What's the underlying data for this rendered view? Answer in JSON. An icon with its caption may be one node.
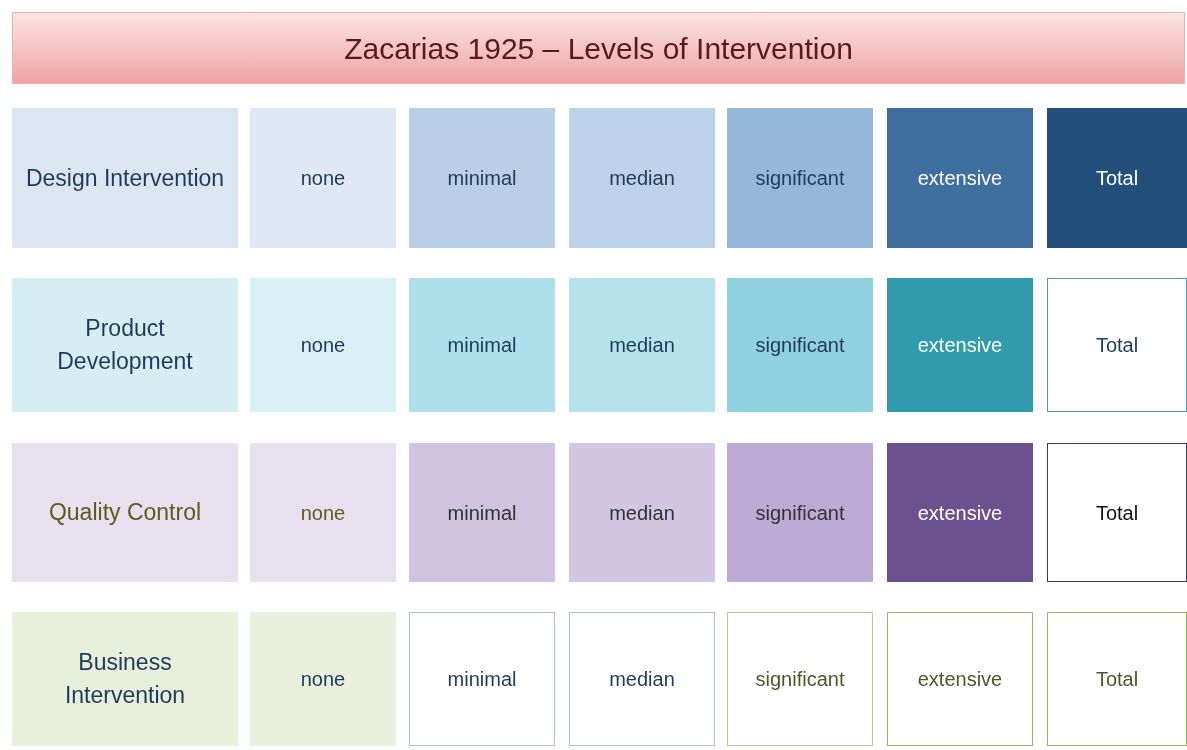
{
  "diagram": {
    "title": "Zacarias 1925 – Levels of Intervention",
    "nodes": [
      {
        "text": [
          "Design Intervention"
        ]
      },
      {
        "text": [
          "none"
        ]
      },
      {
        "text": [
          "minimal"
        ]
      },
      {
        "text": [
          "median"
        ]
      },
      {
        "text": [
          "significant"
        ]
      },
      {
        "text": [
          "extensive"
        ]
      },
      {
        "text": [
          "Total"
        ]
      },
      {
        "text": [
          "Product Development"
        ]
      },
      {
        "text": [
          "none"
        ]
      },
      {
        "text": [
          "minimal"
        ]
      },
      {
        "text": [
          "median"
        ]
      },
      {
        "text": [
          "significant"
        ]
      },
      {
        "text": [
          "extensive"
        ]
      },
      {
        "text": [
          "Total"
        ]
      },
      {
        "text": [
          "Quality Control"
        ]
      },
      {
        "text": [
          "none"
        ]
      },
      {
        "text": [
          "minimal"
        ]
      },
      {
        "text": [
          "median"
        ]
      },
      {
        "text": [
          "significant"
        ]
      },
      {
        "text": [
          "extensive"
        ]
      },
      {
        "text": [
          "Total"
        ]
      },
      {
        "text": [
          "Business Intervention"
        ]
      },
      {
        "text": [
          "none"
        ]
      },
      {
        "text": [
          "minimal"
        ]
      },
      {
        "text": [
          "median"
        ]
      },
      {
        "text": [
          "significant"
        ]
      },
      {
        "text": [
          "extensive"
        ]
      },
      {
        "text": [
          "Total"
        ]
      }
    ]
  }
}
